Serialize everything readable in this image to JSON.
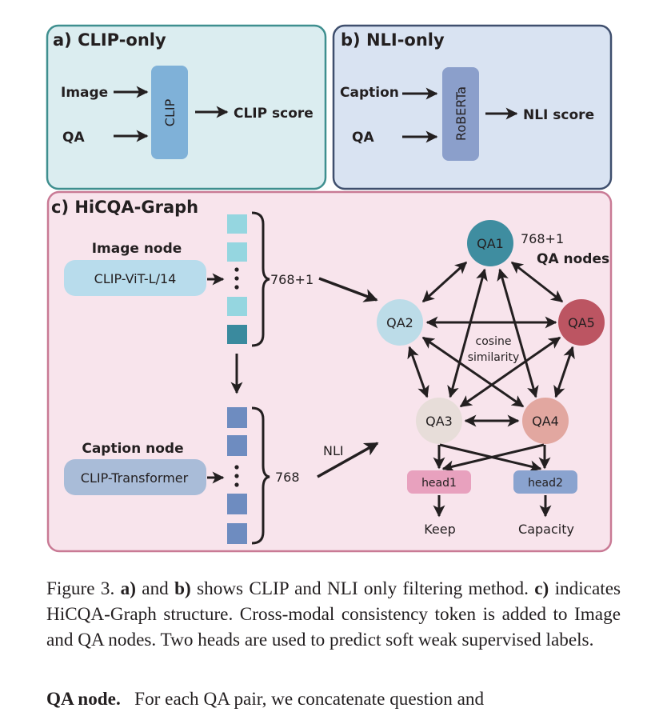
{
  "panels": {
    "a": {
      "title": "a) CLIP-only",
      "inputs": [
        "Image",
        "QA"
      ],
      "model": "CLIP",
      "output": "CLIP score",
      "colors": {
        "border": "#3f8f8f",
        "fill": "#dbedf0",
        "block": "#7fb1d8"
      }
    },
    "b": {
      "title": "b) NLI-only",
      "inputs": [
        "Caption",
        "QA"
      ],
      "model": "RoBERTa",
      "output": "NLI score",
      "colors": {
        "border": "#3f4f6e",
        "fill": "#d9e3f2",
        "block": "#8b9fcb"
      }
    },
    "c": {
      "title": "c) HiCQA-Graph",
      "colors": {
        "border": "#c97a95",
        "fill": "#f8e4ec"
      },
      "image_node": {
        "heading": "Image node",
        "encoder": "CLIP-ViT-L/14",
        "dim_label": "768+1",
        "colors": {
          "encoder": "#b8dcec",
          "token": "#95d6e0",
          "extra_token": "#3a8a9e"
        }
      },
      "caption_node": {
        "heading": "Caption node",
        "encoder": "CLIP-Transformer",
        "dim_label": "768",
        "edge_label": "NLI",
        "colors": {
          "encoder": "#a9bcd8",
          "token": "#6e8cc0"
        }
      },
      "qa_graph": {
        "heading": "QA nodes",
        "dim_label": "768+1",
        "edge_label_line1": "cosine",
        "edge_label_line2": "similarity",
        "nodes": [
          {
            "id": "QA1",
            "color": "#3f8da0"
          },
          {
            "id": "QA2",
            "color": "#bcdce8"
          },
          {
            "id": "QA3",
            "color": "#e7ddd9"
          },
          {
            "id": "QA4",
            "color": "#e2a7a0"
          },
          {
            "id": "QA5",
            "color": "#bc5562"
          }
        ],
        "heads": [
          {
            "label": "head1",
            "output": "Keep",
            "color": "#e8a1be"
          },
          {
            "label": "head2",
            "output": "Capacity",
            "color": "#8aa3cf"
          }
        ]
      }
    }
  },
  "caption": {
    "prefix": "Figure 3. ",
    "a": "a)",
    "and1": " and ",
    "b": "b)",
    "mid": " shows CLIP and NLI only filtering method. ",
    "c": "c)",
    "rest": " indicates HiCQA-Graph structure. Cross-modal consistency token is added to Image and QA nodes.  Two heads are used to predict soft weak supervised labels."
  },
  "body_next": {
    "heading": "QA node.",
    "text": "   For each QA pair, we concatenate question and"
  }
}
